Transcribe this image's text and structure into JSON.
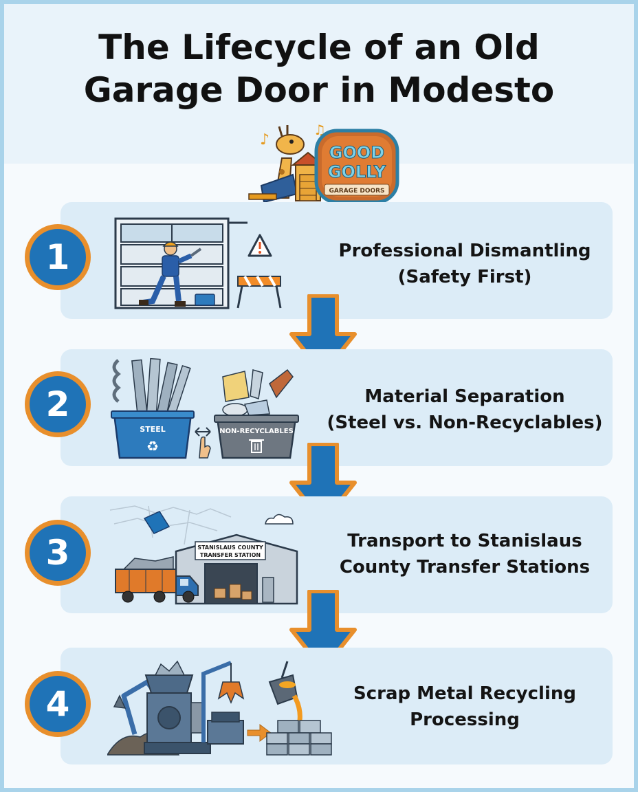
{
  "title": {
    "line1": "The Lifecycle of an Old",
    "line2": "Garage Door in Modesto"
  },
  "logo": {
    "line1": "GOOD",
    "line2": "GOLLY",
    "tagline": "GARAGE DOORS"
  },
  "steps": [
    {
      "number": "1",
      "line1": "Professional Dismantling",
      "line2": "(Safety First)"
    },
    {
      "number": "2",
      "line1": "Material Separation",
      "line2": "(Steel vs. Non-Recyclables)"
    },
    {
      "number": "3",
      "line1": "Transport to Stanislaus",
      "line2": "County Transfer Stations"
    },
    {
      "number": "4",
      "line1": "Scrap Metal Recycling",
      "line2": "Processing"
    }
  ],
  "bins": {
    "steel": "STEEL",
    "non_recyclables": "NON-RECYCLABLES"
  },
  "station_sign": {
    "line1": "STANISLAUS COUNTY",
    "line2": "TRANSFER STATION"
  },
  "colors": {
    "badge": "#1f73b7",
    "badge_ring": "#e88f2c",
    "card": "#dcecf7",
    "arrow_fill": "#1f73b7",
    "arrow_stroke": "#e88f2c"
  },
  "icons": [
    "warning-icon",
    "recycle-icon",
    "trash-icon",
    "hand-icon",
    "cloud-icon"
  ]
}
